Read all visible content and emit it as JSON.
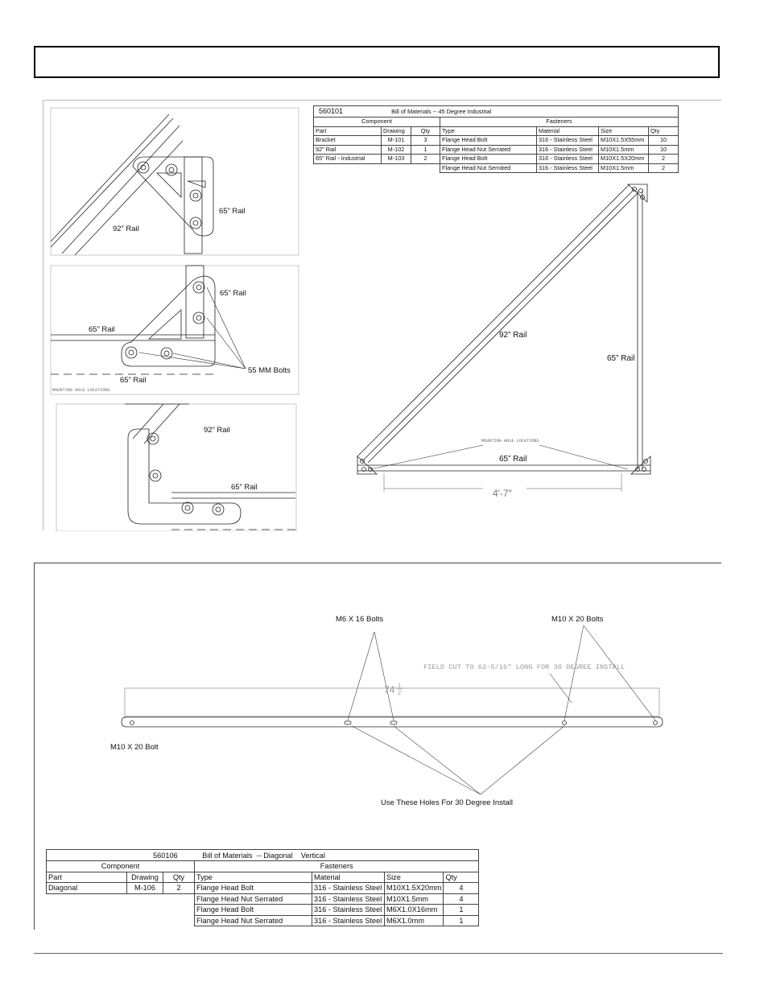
{
  "bom_45": {
    "number": "560101",
    "title": "Bill of Materials  -- 45 Degree Industrial",
    "component_header": "Component",
    "fasteners_header": "Fasteners",
    "columns": [
      "Part",
      "Drawing",
      "Qty",
      "Type",
      "Material",
      "Size",
      "Qty"
    ],
    "parts": [
      {
        "part": "Bracket",
        "drawing": "M-101",
        "qty": "3"
      },
      {
        "part": "92\" Rail",
        "drawing": "M-102",
        "qty": "1"
      },
      {
        "part": "65\" Rail - Industrial",
        "drawing": "M-103",
        "qty": "2"
      }
    ],
    "fasteners": [
      {
        "type": "Flange Head Bolt",
        "material": "316 - Stainless Steel",
        "size": "M10X1.5X55mm",
        "qty": "10"
      },
      {
        "type": "Flange Head Nut Serrated",
        "material": "316 - Stainless Steel",
        "size": "M10X1.5mm",
        "qty": "10"
      },
      {
        "type": "Flange Head Bolt",
        "material": "316 - Stainless Steel",
        "size": "M10X1.5X20mm",
        "qty": "2"
      },
      {
        "type": "Flange Head Nut Serrated",
        "material": "316 - Stainless Steel",
        "size": "M10X1.5mm",
        "qty": "2"
      }
    ]
  },
  "detail_labels": {
    "rail_92": "92” Rail",
    "rail_65": "65” Rail",
    "bolts_55": "55 MM Bolts",
    "mounting_holes": "MOUNTING HOLE LOCATIONS",
    "dimension": "4′-7″"
  },
  "diagonal": {
    "m6_bolts": "M6 X 16 Bolts",
    "m10_bolts": "M10 X 20 Bolts",
    "m10_bolt": "M10 X 20 Bolt",
    "field_cut": "FIELD CUT TO 62-5/16\" LONG FOR 30 DEGREE INSTALL",
    "length_whole": "74",
    "length_num": "1",
    "length_den": "2",
    "holes_note": "Use These Holes For 30 Degree Install"
  },
  "bom_diagonal": {
    "number": "560106",
    "title": "Bill of Materials  -- Diagonal    Vertical",
    "component_header": "Component",
    "fasteners_header": "Fasteners",
    "columns": [
      "Part",
      "Drawing",
      "Qty",
      "Type",
      "Material",
      "Size",
      "Qty"
    ],
    "parts": [
      {
        "part": "Diagonal",
        "drawing": "M-106",
        "qty": "2"
      }
    ],
    "fasteners": [
      {
        "type": "Flange Head Bolt",
        "material": "316 - Stainless Steel",
        "size": "M10X1.5X20mm",
        "qty": "4"
      },
      {
        "type": "Flange Head Nut Serrated",
        "material": "316 - Stainless Steel",
        "size": "M10X1.5mm",
        "qty": "4"
      },
      {
        "type": "Flange Head Bolt",
        "material": "316 - Stainless Steel",
        "size": "M6X1.0X16mm",
        "qty": "1"
      },
      {
        "type": "Flange Head Nut Serrated",
        "material": "316 - Stainless Steel",
        "size": "M6X1.0mm",
        "qty": "1"
      }
    ]
  }
}
